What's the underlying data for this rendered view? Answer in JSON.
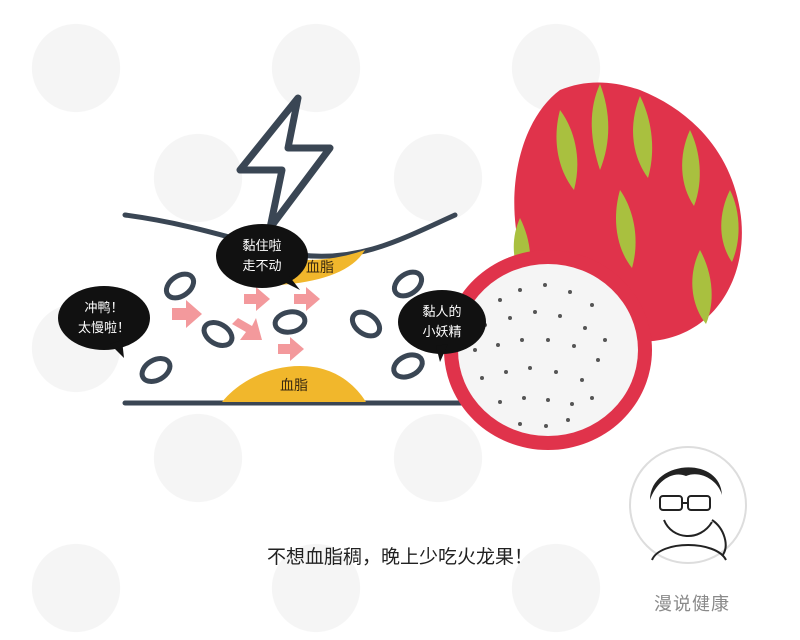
{
  "bubbles": {
    "left_line1": "冲鸭！",
    "left_line2": "太慢啦！",
    "stuck_line1": "黏住啦",
    "stuck_line2": "走不动",
    "right_line1": "黏人的",
    "right_line2": "小妖精"
  },
  "labels": {
    "fat_top": "血脂",
    "fat_bottom": "血脂"
  },
  "caption": "不想血脂稠，晚上少吃火龙果！",
  "brand": "漫说健康",
  "colors": {
    "vessel": "#3a4654",
    "fat": "#f1b72c",
    "arrow": "#f3999c",
    "fruit_skin": "#e0334b",
    "fruit_leaf": "#a9c03f",
    "flesh": "#f5f5f5",
    "bubble": "#111111"
  },
  "icons": [
    "lightning-icon",
    "avatar-icon",
    "watermark-avatar-icon"
  ]
}
